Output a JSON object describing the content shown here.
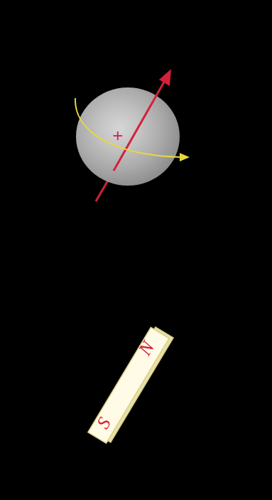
{
  "diagram": {
    "labels": [
      "+",
      "N",
      "S"
    ]
  }
}
